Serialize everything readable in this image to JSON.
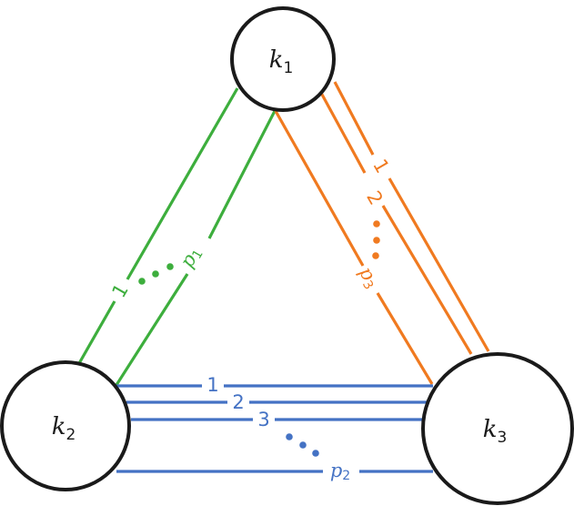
{
  "title": "Three-node graph with multi-edges",
  "colors": {
    "node_stroke": "#1a1a1a",
    "group_k1_k2": "#3dae3d",
    "group_k2_k3": "#4472c4",
    "group_k1_k3": "#f07a20"
  },
  "nodes": [
    {
      "id": "k1",
      "label": "k",
      "subscript": "1"
    },
    {
      "id": "k2",
      "label": "k",
      "subscript": "2"
    },
    {
      "id": "k3",
      "label": "k",
      "subscript": "3"
    }
  ],
  "edge_groups": [
    {
      "id": "k1-k2",
      "from": "k1",
      "to": "k2",
      "color_key": "group_k1_k2",
      "labels": [
        {
          "text": "1"
        },
        {
          "text": "p",
          "subscript": "1"
        }
      ],
      "ellipsis": "•••"
    },
    {
      "id": "k2-k3",
      "from": "k2",
      "to": "k3",
      "color_key": "group_k2_k3",
      "labels": [
        {
          "text": "1"
        },
        {
          "text": "2"
        },
        {
          "text": "3"
        },
        {
          "text": "p",
          "subscript": "2"
        }
      ],
      "ellipsis": "•••"
    },
    {
      "id": "k1-k3",
      "from": "k1",
      "to": "k3",
      "color_key": "group_k1_k3",
      "labels": [
        {
          "text": "1"
        },
        {
          "text": "2"
        },
        {
          "text": "p",
          "subscript": "3"
        }
      ],
      "ellipsis": "•••"
    }
  ]
}
